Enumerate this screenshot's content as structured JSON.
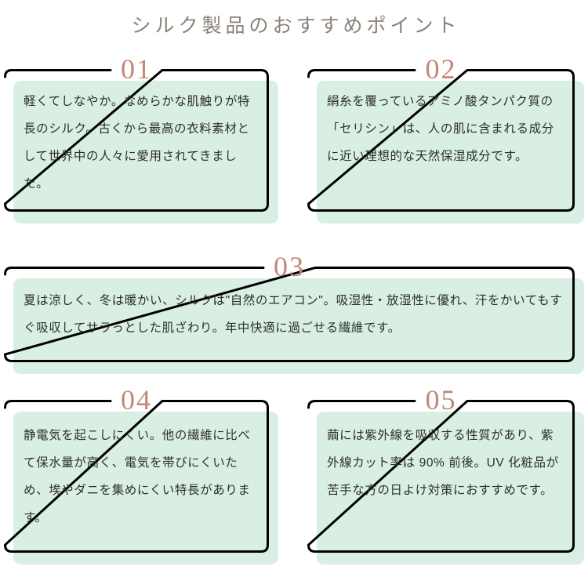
{
  "page": {
    "title": "シルク製品のおすすめポイント",
    "title_color": "#8b8279",
    "background_color": "#ffffff"
  },
  "theme": {
    "mint_fill": "#d9efe4",
    "outline_color": "#000000",
    "number_color": "#c08878",
    "body_text_color": "#2e2e2e"
  },
  "cards": [
    {
      "number": "01",
      "text": "軽くてしなやか。なめらかな肌触りが特長のシルク。古くから最高の衣料素材として世界中の人々に愛用されてきました。"
    },
    {
      "number": "02",
      "text": "絹糸を覆っているアミノ酸タンパク質の「セリシン」は、人の肌に含まれる成分に近い理想的な天然保湿成分です。"
    },
    {
      "number": "03",
      "text": "夏は涼しく、冬は暖かい、シルクは\"自然のエアコン\"。吸湿性・放湿性に優れ、汗をかいてもすぐ吸収してサラっとした肌ざわり。年中快適に過ごせる繊維です。"
    },
    {
      "number": "04",
      "text": "静電気を起こしにくい。他の繊維に比べて保水量が高く、電気を帯びにくいため、埃やダニを集めにくい特長があります。"
    },
    {
      "number": "05",
      "text": "繭には紫外線を吸収する性質があり、紫外線カット率は 90% 前後。UV 化粧品が苦手な方の日よけ対策におすすめです。"
    }
  ]
}
